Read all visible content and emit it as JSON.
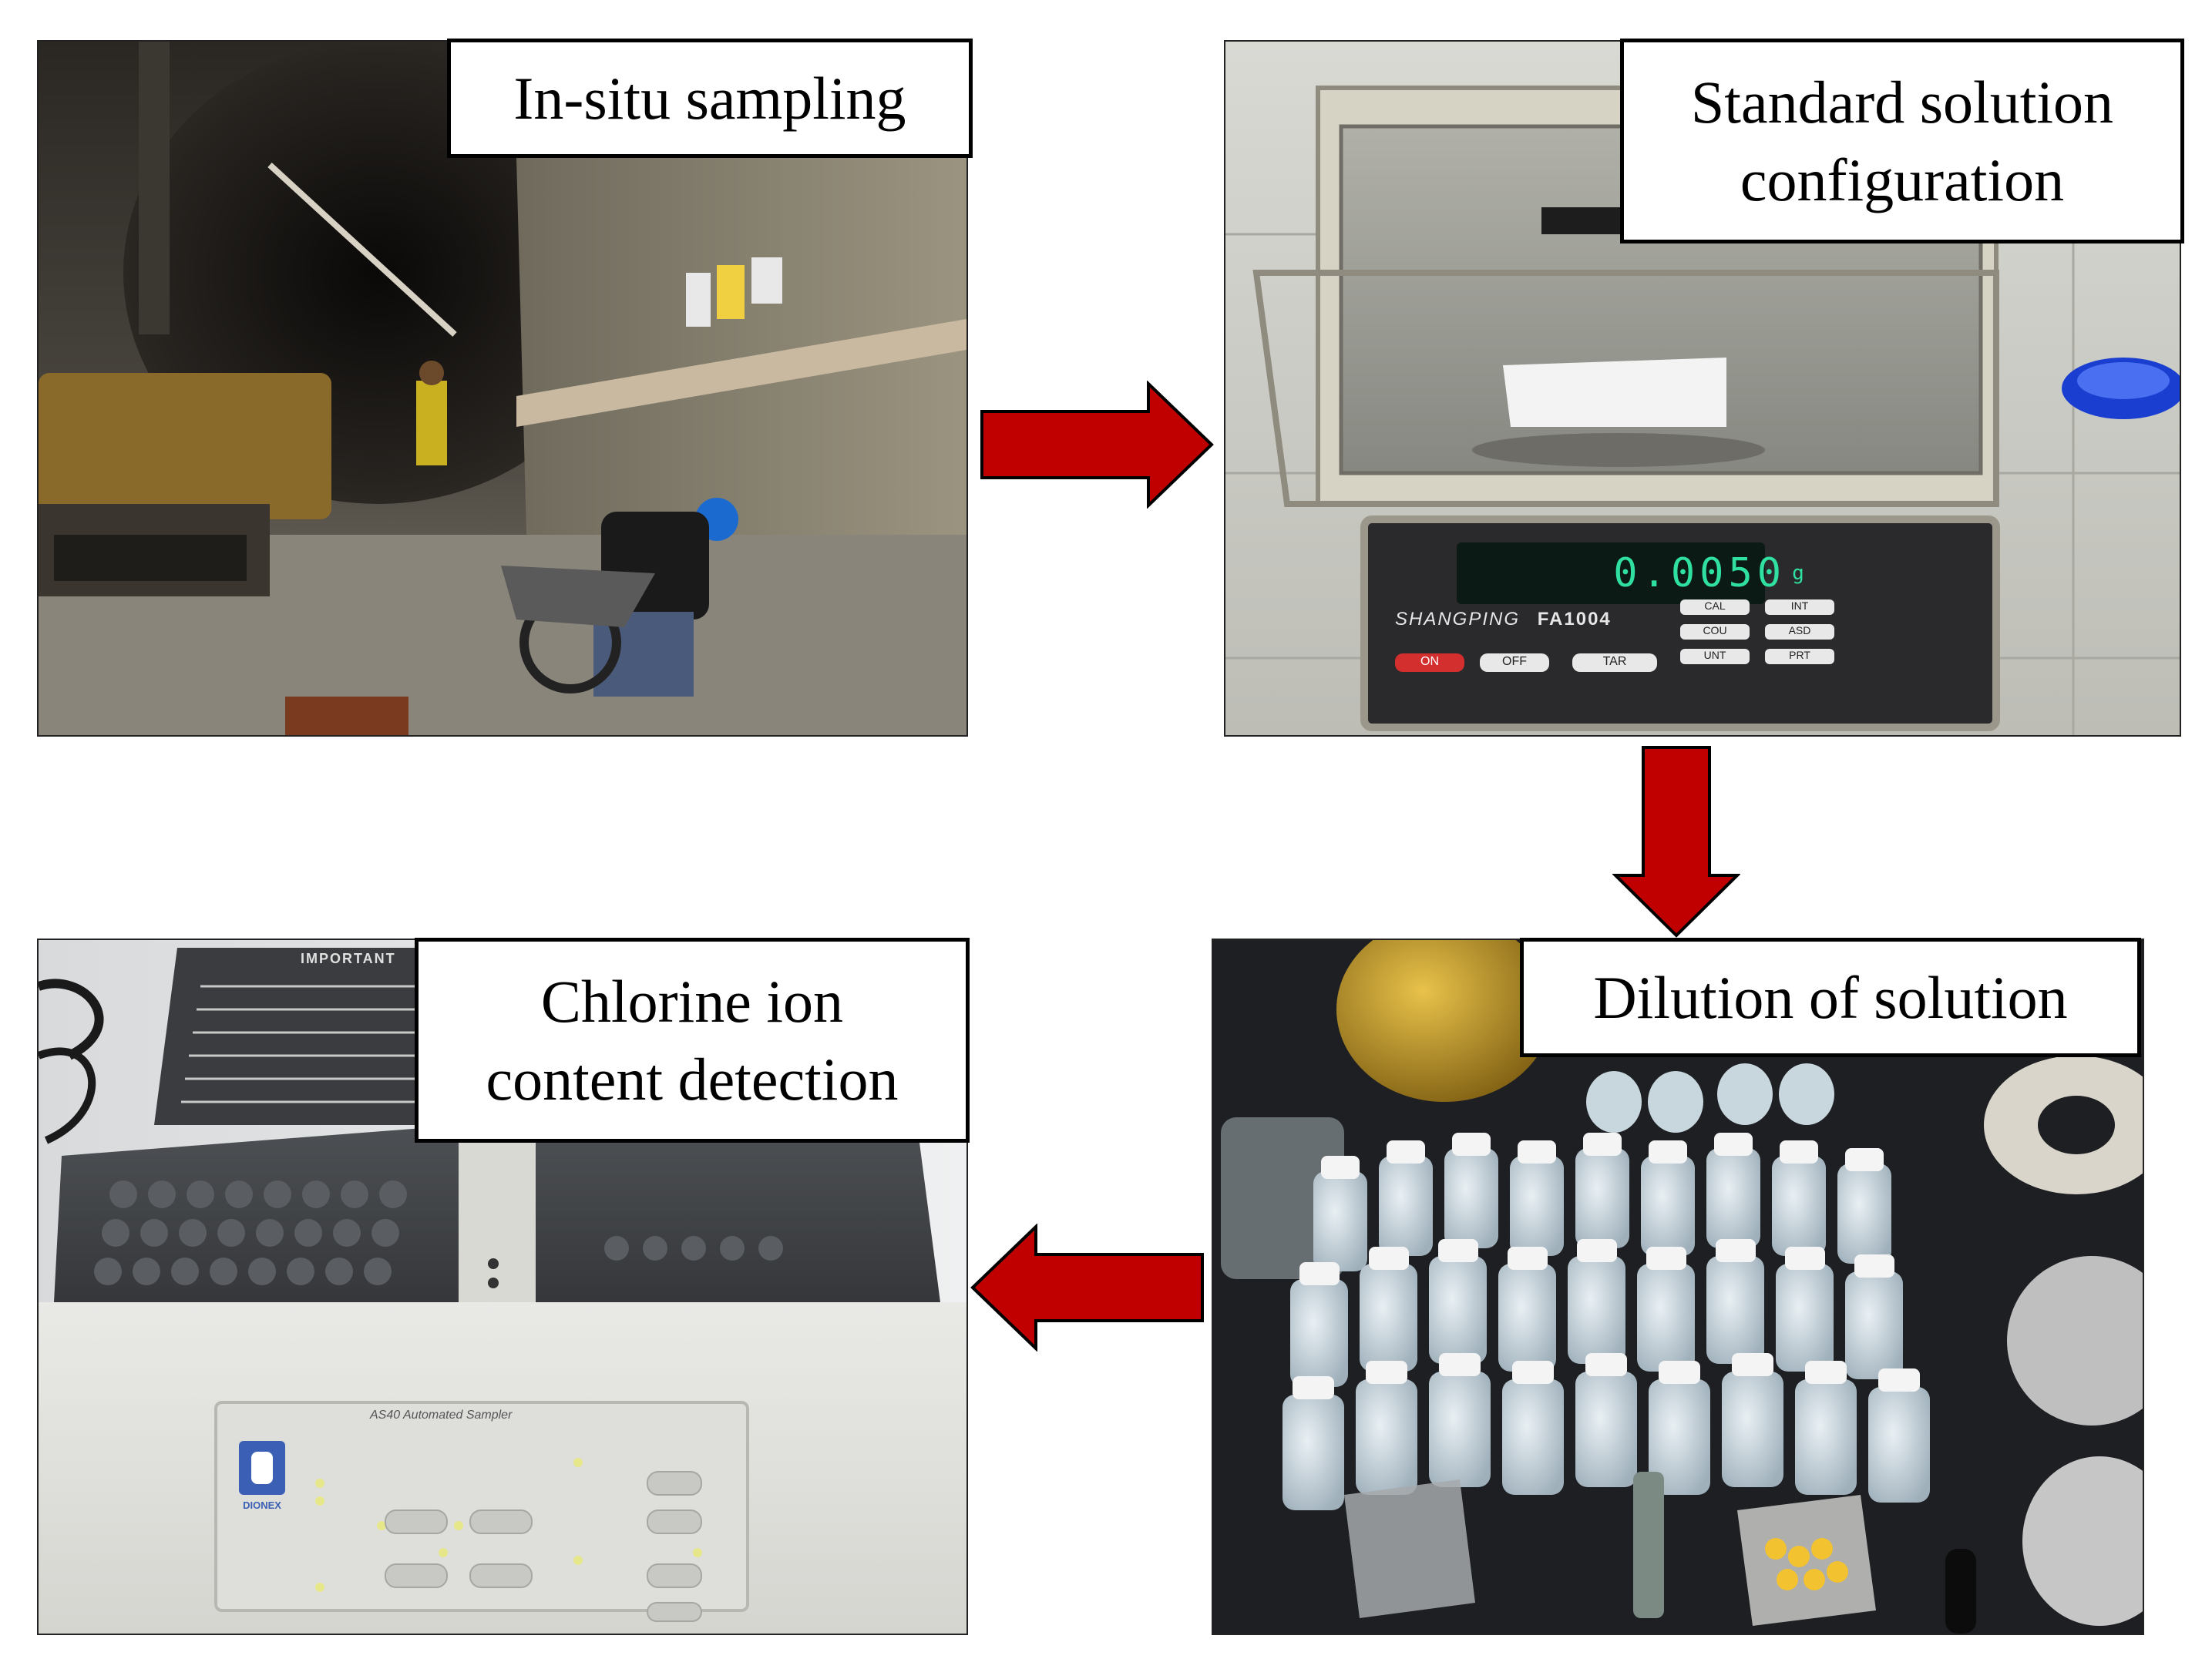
{
  "steps": [
    {
      "label": "In-situ sampling"
    },
    {
      "label_line1": "Standard solution",
      "label_line2": "configuration"
    },
    {
      "label": "Dilution of solution"
    },
    {
      "label_line1": "Chlorine ion",
      "label_line2": "content detection"
    }
  ],
  "balance": {
    "display": "0.0050",
    "unit": "g",
    "brand": "SHANGPING",
    "model": "FA1004",
    "keys": [
      "ON",
      "OFF",
      "TAR",
      "CAL",
      "COU",
      "UNT",
      "INT",
      "ASD",
      "PRT"
    ]
  },
  "sampler": {
    "title": "AS40 Automated Sampler",
    "brand": "DIONEX",
    "panel_notice": "IMPORTANT"
  },
  "colors": {
    "arrow": "#c00000",
    "arrow_outline": "#000000",
    "lcd_text": "#2fe0a0"
  },
  "icons": {
    "flow_arrow": "right-arrow / down-arrow / left-arrow"
  }
}
